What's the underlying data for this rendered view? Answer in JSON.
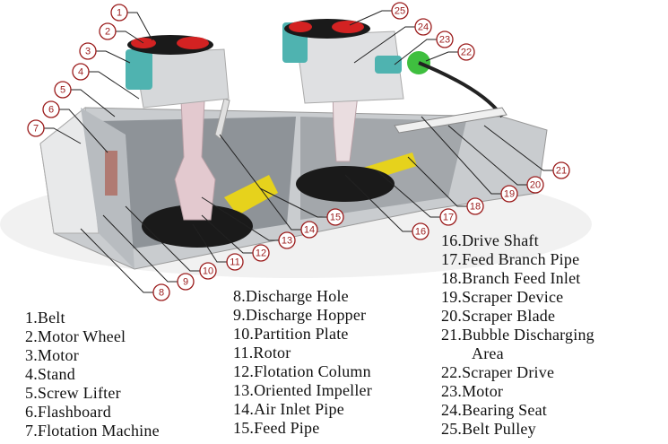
{
  "diagram": {
    "colors": {
      "callout": "#9b1c1c",
      "body": "#c9cccf",
      "column": "#e3c9cf",
      "impeller": "#1a1a1a",
      "pulley": "#d32222",
      "motor": "#4fb3b0",
      "scraper_drive": "#3fbf3f",
      "feed_pipe": "#e6d21c"
    },
    "callouts": [
      "1",
      "2",
      "3",
      "4",
      "5",
      "6",
      "7",
      "8",
      "9",
      "10",
      "11",
      "12",
      "13",
      "14",
      "15",
      "16",
      "17",
      "18",
      "19",
      "20",
      "21",
      "22",
      "23",
      "24",
      "25"
    ],
    "legend": [
      "1.Belt",
      "2.Motor Wheel",
      "3.Motor",
      "4.Stand",
      "5.Screw Lifter",
      "6.Flashboard",
      "7.Flotation Machine",
      "8.Discharge Hole",
      "9.Discharge Hopper",
      "10.Partition Plate",
      "11.Rotor",
      "12.Flotation Column",
      "13.Oriented Impeller",
      "14.Air Inlet Pipe",
      "15.Feed Pipe",
      "16.Drive Shaft",
      "17.Feed Branch Pipe",
      "18.Branch Feed Inlet",
      "19.Scraper Device",
      "20.Scraper Blade",
      "21.Bubble Discharging",
      "Area",
      "22.Scraper Drive",
      "23.Motor",
      "24.Bearing Seat",
      "25.Belt Pulley"
    ]
  }
}
